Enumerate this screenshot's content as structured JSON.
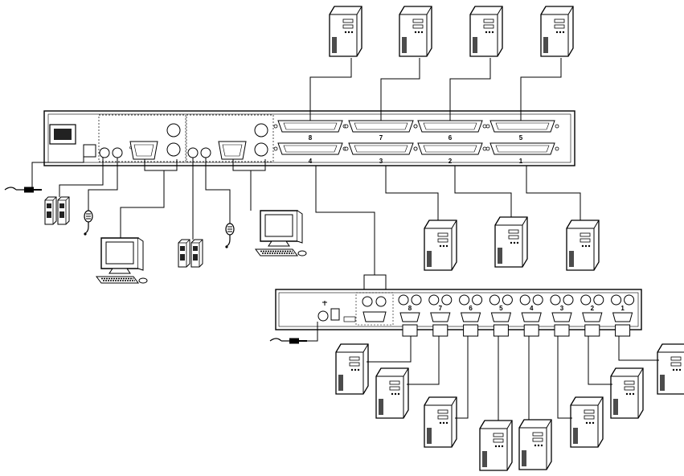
{
  "main_switch": {
    "port_labels": [
      "8",
      "7",
      "6",
      "5",
      "4",
      "3",
      "2",
      "1"
    ]
  },
  "cascade_switch": {
    "port_labels": [
      "8",
      "7",
      "6",
      "5",
      "4",
      "3",
      "2",
      "1"
    ]
  }
}
